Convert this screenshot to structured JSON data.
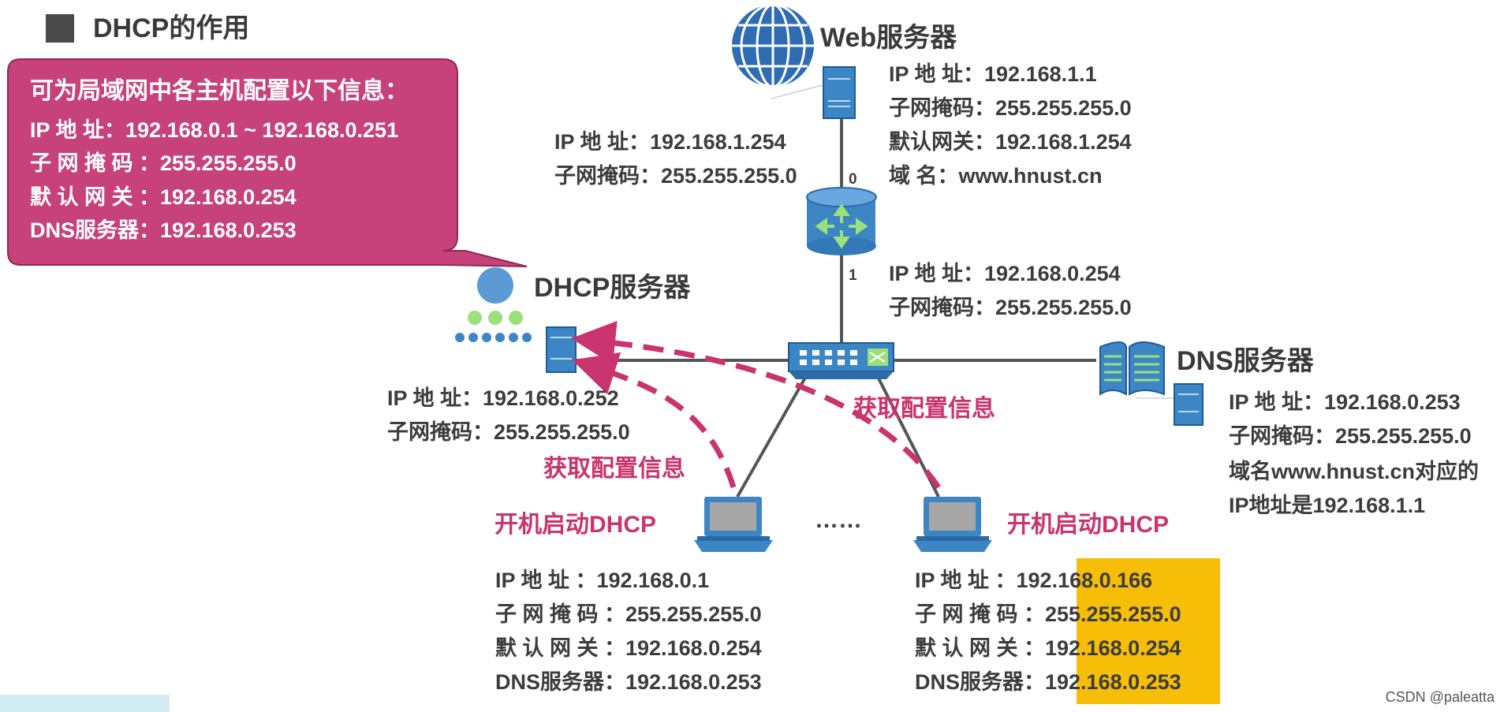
{
  "title": "DHCP的作用",
  "callout": {
    "heading": "可为局域网中各主机配置以下信息：",
    "lines": [
      "IP  地    址：192.168.0.1 ~ 192.168.0.251",
      "子 网 掩 码 ：255.255.255.0",
      "默 认 网 关 ：192.168.0.254",
      "DNS服务器：192.168.0.253"
    ]
  },
  "web_server": {
    "name": "Web服务器",
    "lines": [
      "IP 地  址：192.168.1.1",
      "子网掩码：255.255.255.0",
      "默认网关：192.168.1.254",
      "域       名：www.hnust.cn"
    ]
  },
  "router": {
    "iface0": {
      "label": "0",
      "lines": [
        "IP 地  址：192.168.1.254",
        "子网掩码：255.255.255.0"
      ]
    },
    "iface1": {
      "label": "1",
      "lines": [
        "IP 地  址：192.168.0.254",
        "子网掩码：255.255.255.0"
      ]
    }
  },
  "dhcp_server": {
    "name": "DHCP服务器",
    "lines": [
      "IP 地  址：192.168.0.252",
      "子网掩码：255.255.255.0"
    ]
  },
  "dns_server": {
    "name": "DNS服务器",
    "lines": [
      "IP 地  址：192.168.0.253",
      "子网掩码：255.255.255.0",
      "域名www.hnust.cn对应的",
      "IP地址是192.168.1.1"
    ]
  },
  "arrow_label": "获取配置信息",
  "ellipsis": "……",
  "pc1": {
    "action": "开机启动DHCP",
    "lines": [
      "IP  地    址 ：192.168.0.1",
      "子 网 掩 码 ：255.255.255.0",
      "默 认 网 关 ：192.168.0.254",
      "DNS服务器：192.168.0.253"
    ]
  },
  "pc2": {
    "action": "开机启动DHCP",
    "lines": [
      "IP  地    址 ：192.168.0.166",
      "子 网 掩 码 ：255.255.255.0",
      "默 认 网 关 ：192.168.0.254",
      "DNS服务器：192.168.0.253"
    ]
  },
  "watermark": "CSDN @paleatta",
  "colors": {
    "callout_bg": "#c7417a",
    "arrow": "#c9336e",
    "device_blue": "#3d86c6",
    "highlight": "#f7be08"
  }
}
